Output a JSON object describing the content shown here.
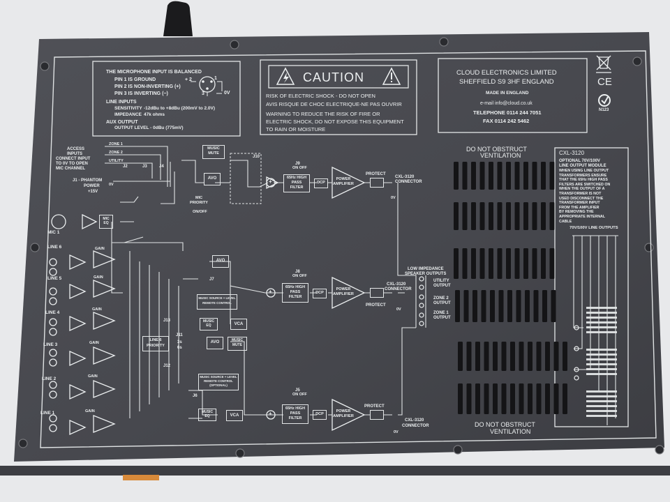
{
  "mic_box": {
    "heading": "THE MICROPHONE INPUT IS BALANCED",
    "pins": [
      "PIN 1 IS GROUND",
      "PIN 2 IS NON-INVERTING (+)",
      "PIN 3 IS INVERTING (−)"
    ],
    "xlr_plus": "+ 2",
    "xlr_one": "1",
    "xlr_three": "3",
    "xlr_zero": "0V",
    "line_inputs": "LINE INPUTS",
    "sensitivity_label": "SENSITIVITY",
    "sensitivity_value": "-12dBu to +8dBu (200mV to 2.0V)",
    "impedance_label": "IMPEDANCE",
    "impedance_value": "47k ohms",
    "aux_output": "AUX OUTPUT",
    "output_level": "OUTPUT LEVEL - 0dBu (775mV)"
  },
  "caution": {
    "title": "CAUTION",
    "lines": [
      "RISK OF ELECTRIC SHOCK - DO NOT OPEN",
      "AVIS RISQUE DE CHOC ELECTRIQUE-NE PAS OUVRIR",
      "WARNING  TO REDUCE THE RISK OF FIRE OR",
      "ELECTRIC SHOCK, DO NOT EXPOSE THIS EQUIPMENT",
      "TO RAIN OR MOISTURE"
    ]
  },
  "maker": {
    "name": "CLOUD ELECTRONICS LIMITED",
    "city": "SHEFFIELD  S9 3HF  ENGLAND",
    "made_in": "MADE IN ENGLAND",
    "email": "e-mail info@cloud.co.uk",
    "telephone": "TELEPHONE 0114 244 7051",
    "fax": "FAX  0114 242 5462"
  },
  "cert": {
    "ce": "CE",
    "ncode": "N123"
  },
  "ventilation": {
    "top": [
      "DO NOT OBSTRUCT",
      "VENTILATION"
    ],
    "bottom": [
      "DO NOT OBSTRUCT",
      "VENTILATION"
    ]
  },
  "cxl_box": {
    "title": "CXL-3120",
    "subtitle": [
      "OPTIONAL 70V/100V",
      "LINE OUTPUT MODULE"
    ],
    "note": [
      "WHEN USING LINE OUTPUT",
      "TRANSFORMERS ENSURE",
      "THAT THE 65Hz HIGH PASS",
      "FILTERS ARE SWITCHED ON",
      "WHEN THE OUTPUT OF A",
      "TRANSFORMER IS NOT",
      "USED DISCONNECT THE",
      "TRANSFORMER INPUT",
      "FROM THE AMPLIFIER",
      "BY REMOVING THE",
      "APPROPRIATE INTERNAL",
      "CABLE"
    ],
    "outputs_label": "70V/100V LINE OUTPUTS"
  },
  "schematic": {
    "access": [
      "ACCESS",
      "INPUTS",
      "CONNECT INPUT",
      "TO 0V TO OPEN",
      "MIC CHANNEL"
    ],
    "zones": [
      "ZONE 1",
      "ZONE 2",
      "UTILITY"
    ],
    "j2": "J2",
    "j3": "J3",
    "j4": "J4",
    "zero_v": "0V",
    "phantom": [
      "J1 - PHANTOM",
      "POWER",
      "+15V"
    ],
    "mic1": "MIC 1",
    "mic_eq": [
      "MIC",
      "EQ"
    ],
    "music_mute": [
      "MUSIC",
      "MUTE"
    ],
    "avo": "AVO",
    "mic_priority": [
      "MIC",
      "PRIORITY",
      "ON/OFF"
    ],
    "j10": "J10",
    "lines": [
      "LINE 6",
      "LINE 5",
      "LINE 4",
      "LINE 3",
      "LINE 2",
      "LINE 1"
    ],
    "gain": "GAIN",
    "j7": "J7",
    "j13": "J13",
    "j11": "J11",
    "j12": "J12",
    "j6": "J6",
    "j11_opts": [
      "3s",
      "6s"
    ],
    "remote": [
      "MUSIC SOURCE + LEVEL",
      "REMOTE CONTROL",
      "(OPTIONAL)"
    ],
    "music_eq": [
      "MUSIC",
      "EQ"
    ],
    "vca": "VCA",
    "line6_priority": [
      "LINE 6",
      "PRIORITY"
    ],
    "on_off": "ON  OFF",
    "j9": "J9",
    "j8": "J8",
    "j5": "J5",
    "hpf": [
      "65Hz HIGH",
      "PASS",
      "FILTER"
    ],
    "dcp": "DCP",
    "amp": [
      "POWER",
      "AMPLIFIER"
    ],
    "protect": "PROTECT",
    "cxl_conn": [
      "CXL-3120",
      "CONNECTOR"
    ],
    "low_imp": [
      "LOW IMPEDANCE",
      "SPEAKER OUTPUTS"
    ],
    "utility_out": [
      "UTILITY",
      "OUTPUT"
    ],
    "zone2_out": [
      "ZONE 2",
      "OUTPUT"
    ],
    "zone1_out": [
      "ZONE 1",
      "OUTPUT"
    ],
    "plus": "+"
  },
  "colors": {
    "panel": "#48494f",
    "print": "#eceff0",
    "background": "#e9eaec"
  }
}
